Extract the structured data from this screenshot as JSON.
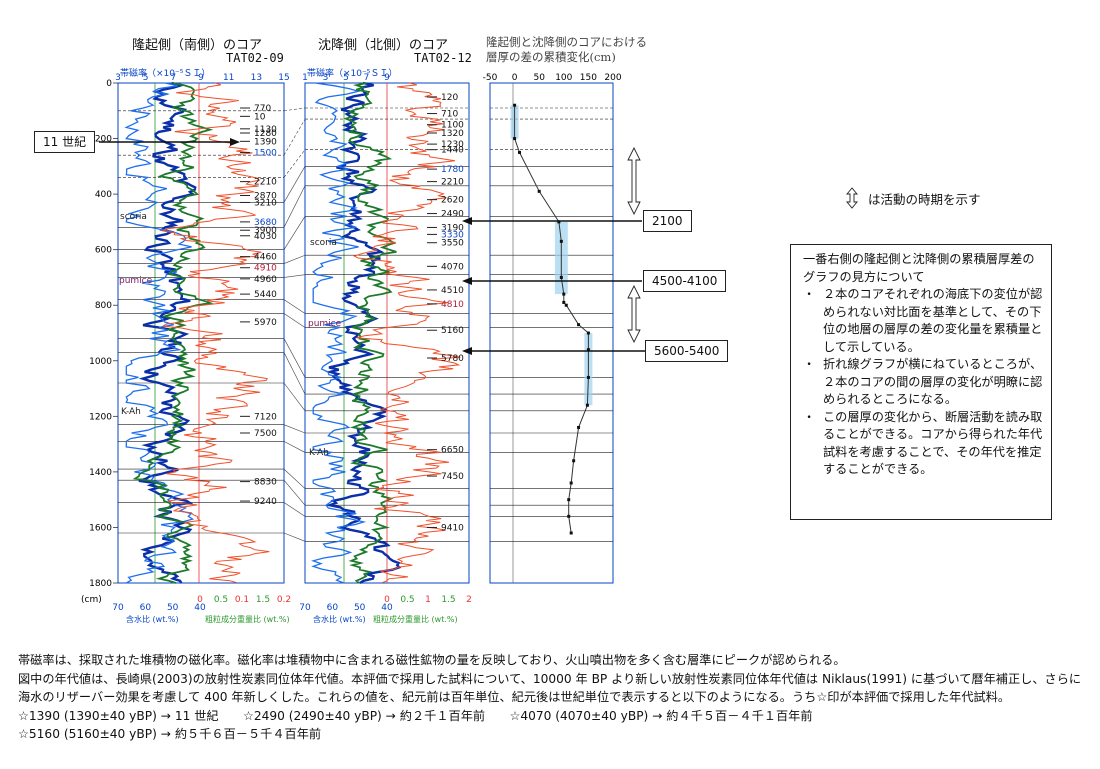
{
  "titles": {
    "left_core": "隆起側（南側）のコア",
    "left_core_id": "TAT02-09",
    "right_core": "沈降側（北側）のコア",
    "right_core_id": "TAT02-12",
    "cumulative_title_1": "隆起側と沈降側のコアにおける",
    "cumulative_title_2": "層厚の差の累積変化(cm)"
  },
  "axes": {
    "mag_label": "帯磁率（×10⁻⁵ＳＩ）",
    "mag_ticks": [
      "3",
      "5",
      "7",
      "9",
      "11",
      "13",
      "15"
    ],
    "mag_ticks_right": [
      "1",
      "3",
      "5",
      "7",
      "9"
    ],
    "depth_ticks": [
      "0",
      "200",
      "400",
      "600",
      "800",
      "1000",
      "1200",
      "1400",
      "1600",
      "1800"
    ],
    "depth_unit": "(cm)",
    "water_label": "含水比 (wt.%)",
    "water_ticks": [
      "70",
      "60",
      "50",
      "40"
    ],
    "grain_label": "粗粒成分重量比 (wt.%)",
    "grain_ticks_left": [
      "0",
      "0.5",
      "0.1",
      "1.5",
      "0.2"
    ],
    "grain_ticks_right": [
      "0",
      "0.5",
      "1",
      "1.5",
      "2"
    ],
    "cum_ticks": [
      "-50",
      "0",
      "50",
      "100",
      "150",
      "200"
    ]
  },
  "left_ages": [
    "770",
    "10",
    "1130",
    "1280",
    "1390",
    "1500",
    "2210",
    "2870",
    "3210",
    "3680",
    "3900",
    "4030",
    "4460",
    "4910",
    "4960",
    "5440",
    "5970",
    "7120",
    "7500",
    "8830",
    "9240"
  ],
  "right_ages": [
    "120",
    "710",
    "1100",
    "1320",
    "1230",
    "1440",
    "1780",
    "2210",
    "2620",
    "2490",
    "3190",
    "3330",
    "3550",
    "4070",
    "4510",
    "4810",
    "5160",
    "5780",
    "6650",
    "7450",
    "9410"
  ],
  "layer_labels": {
    "scoria": "scoria",
    "pumice": "pumice",
    "kah": "K-Ah"
  },
  "callouts": {
    "century": "11 世紀",
    "c2100": "2100",
    "c4500": "4500-4100",
    "c5600": "5600-5400"
  },
  "arrow_note": "は活動の時期を示す",
  "legend": {
    "title": "一番右側の隆起側と沈降側の累積層厚差のグラフの見方について",
    "items": [
      "２本のコアそれぞれの海底下の変位が認められない対比面を基準として、その下位の地層の層厚の差の変化量を累積量として示している。",
      "折れ線グラフが横にねているところが、２本のコアの間の層厚の変化が明瞭に認められるところになる。",
      "この層厚の変化から、断層活動を読み取ることができる。コアから得られた年代試料を考慮することで、その年代を推定することができる。"
    ]
  },
  "caption": {
    "line1": "帯磁率は、採取された堆積物の磁化率。磁化率は堆積物中に含まれる磁性鉱物の量を反映しており、火山噴出物を多く含む層準にピークが認められる。",
    "line2": "図中の年代値は、長崎県(2003)の放射性炭素同位体年代値。本評価で採用した試料について、10000 年 BP より新しい放射性炭素同位体年代値は Niklaus(1991) に基づいて暦年補正し、さらに海水のリザーバー効果を考慮して 400 年新しくした。これらの値を、紀元前は百年単位、紀元後は世紀単位で表示すると以下のようになる。うち☆印が本評価で採用した年代試料。",
    "line3": "☆1390 (1390±40 yBP) → 11 世紀　　☆2490 (2490±40 yBP) → 約２千１百年前　　☆4070 (4070±40 yBP) → 約４千５百－４千１百年前",
    "line4": "☆5160 (5160±40 yBP) → 約５千６百－５千４百年前"
  },
  "chart_data": [
    {
      "type": "line",
      "title": "隆起側と沈降側のコアにおける層厚の差の累積変化(cm)",
      "xlabel": "",
      "ylabel": "(cm)",
      "xlim": [
        -50,
        200
      ],
      "ylim": [
        1800,
        0
      ],
      "series": [
        {
          "x": [
            0,
            0,
            10,
            50,
            90,
            95,
            95,
            100,
            100,
            105,
            130,
            150,
            150,
            150,
            148,
            130,
            120,
            115,
            110,
            110,
            115
          ],
          "y": [
            80,
            200,
            250,
            390,
            500,
            570,
            700,
            760,
            790,
            800,
            870,
            900,
            960,
            1060,
            1160,
            1240,
            1360,
            1440,
            1500,
            1560,
            1620
          ]
        }
      ],
      "activity_bands": [
        {
          "x": [
            0,
            0
          ],
          "y": [
            80,
            200
          ]
        },
        {
          "x": [
            90,
            100
          ],
          "y": [
            500,
            760
          ]
        },
        {
          "x": [
            150,
            150
          ],
          "y": [
            900,
            1160
          ]
        }
      ]
    }
  ]
}
